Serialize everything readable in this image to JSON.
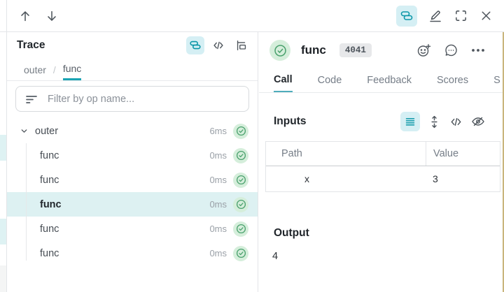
{
  "toolbar": {
    "icons": [
      "arrow-up",
      "arrow-down",
      "stack-view",
      "edit-pencil",
      "fullscreen",
      "close"
    ],
    "active_view": "stack-view"
  },
  "trace_panel": {
    "title": "Trace",
    "view_icons": [
      "stack-view",
      "code-view",
      "flame-view"
    ],
    "active_view": "stack-view",
    "breadcrumb": {
      "items": [
        "outer",
        "func"
      ],
      "separator": "/",
      "active": "func"
    },
    "filter": {
      "placeholder": "Filter by op name...",
      "value": "",
      "icon": "filter-lines"
    },
    "tree": [
      {
        "label": "outer",
        "duration": "6ms",
        "level": 0,
        "expanded": true,
        "status": "success",
        "selected": false
      },
      {
        "label": "func",
        "duration": "0ms",
        "level": 1,
        "status": "success",
        "selected": false
      },
      {
        "label": "func",
        "duration": "0ms",
        "level": 1,
        "status": "success",
        "selected": false
      },
      {
        "label": "func",
        "duration": "0ms",
        "level": 1,
        "status": "success",
        "selected": true
      },
      {
        "label": "func",
        "duration": "0ms",
        "level": 1,
        "status": "success",
        "selected": false
      },
      {
        "label": "func",
        "duration": "0ms",
        "level": 1,
        "status": "success",
        "selected": false
      }
    ]
  },
  "detail_panel": {
    "status": "success",
    "title": "func",
    "badge": "4041",
    "header_icons": [
      "add-reaction",
      "comment",
      "overflow-menu"
    ],
    "tabs": [
      {
        "label": "Call",
        "active": true
      },
      {
        "label": "Code",
        "active": false
      },
      {
        "label": "Feedback",
        "active": false
      },
      {
        "label": "Scores",
        "active": false
      },
      {
        "label": "S",
        "active": false
      }
    ],
    "inputs": {
      "heading": "Inputs",
      "view_icons": [
        "list-view",
        "expand-vertical",
        "code-view",
        "hide-empty"
      ],
      "active_view": "list-view",
      "table": {
        "columns": [
          "Path",
          "Value"
        ],
        "rows": [
          {
            "path": "x",
            "value": "3"
          }
        ]
      }
    },
    "output": {
      "heading": "Output",
      "value": "4"
    }
  },
  "colors": {
    "accent_teal": "#0a96a7",
    "accent_teal_bg": "#d5eff4",
    "selected_row_bg": "#ddf1f2",
    "tab_underline": "#4fadbc",
    "success_green": "#4aa16d",
    "success_green_bg": "#d5eedb",
    "text_primary": "#22272c",
    "text_muted": "#8b9199",
    "border": "#e3e5e8",
    "badge_bg": "#e7e8ea",
    "right_edge": "#c9b57c"
  }
}
